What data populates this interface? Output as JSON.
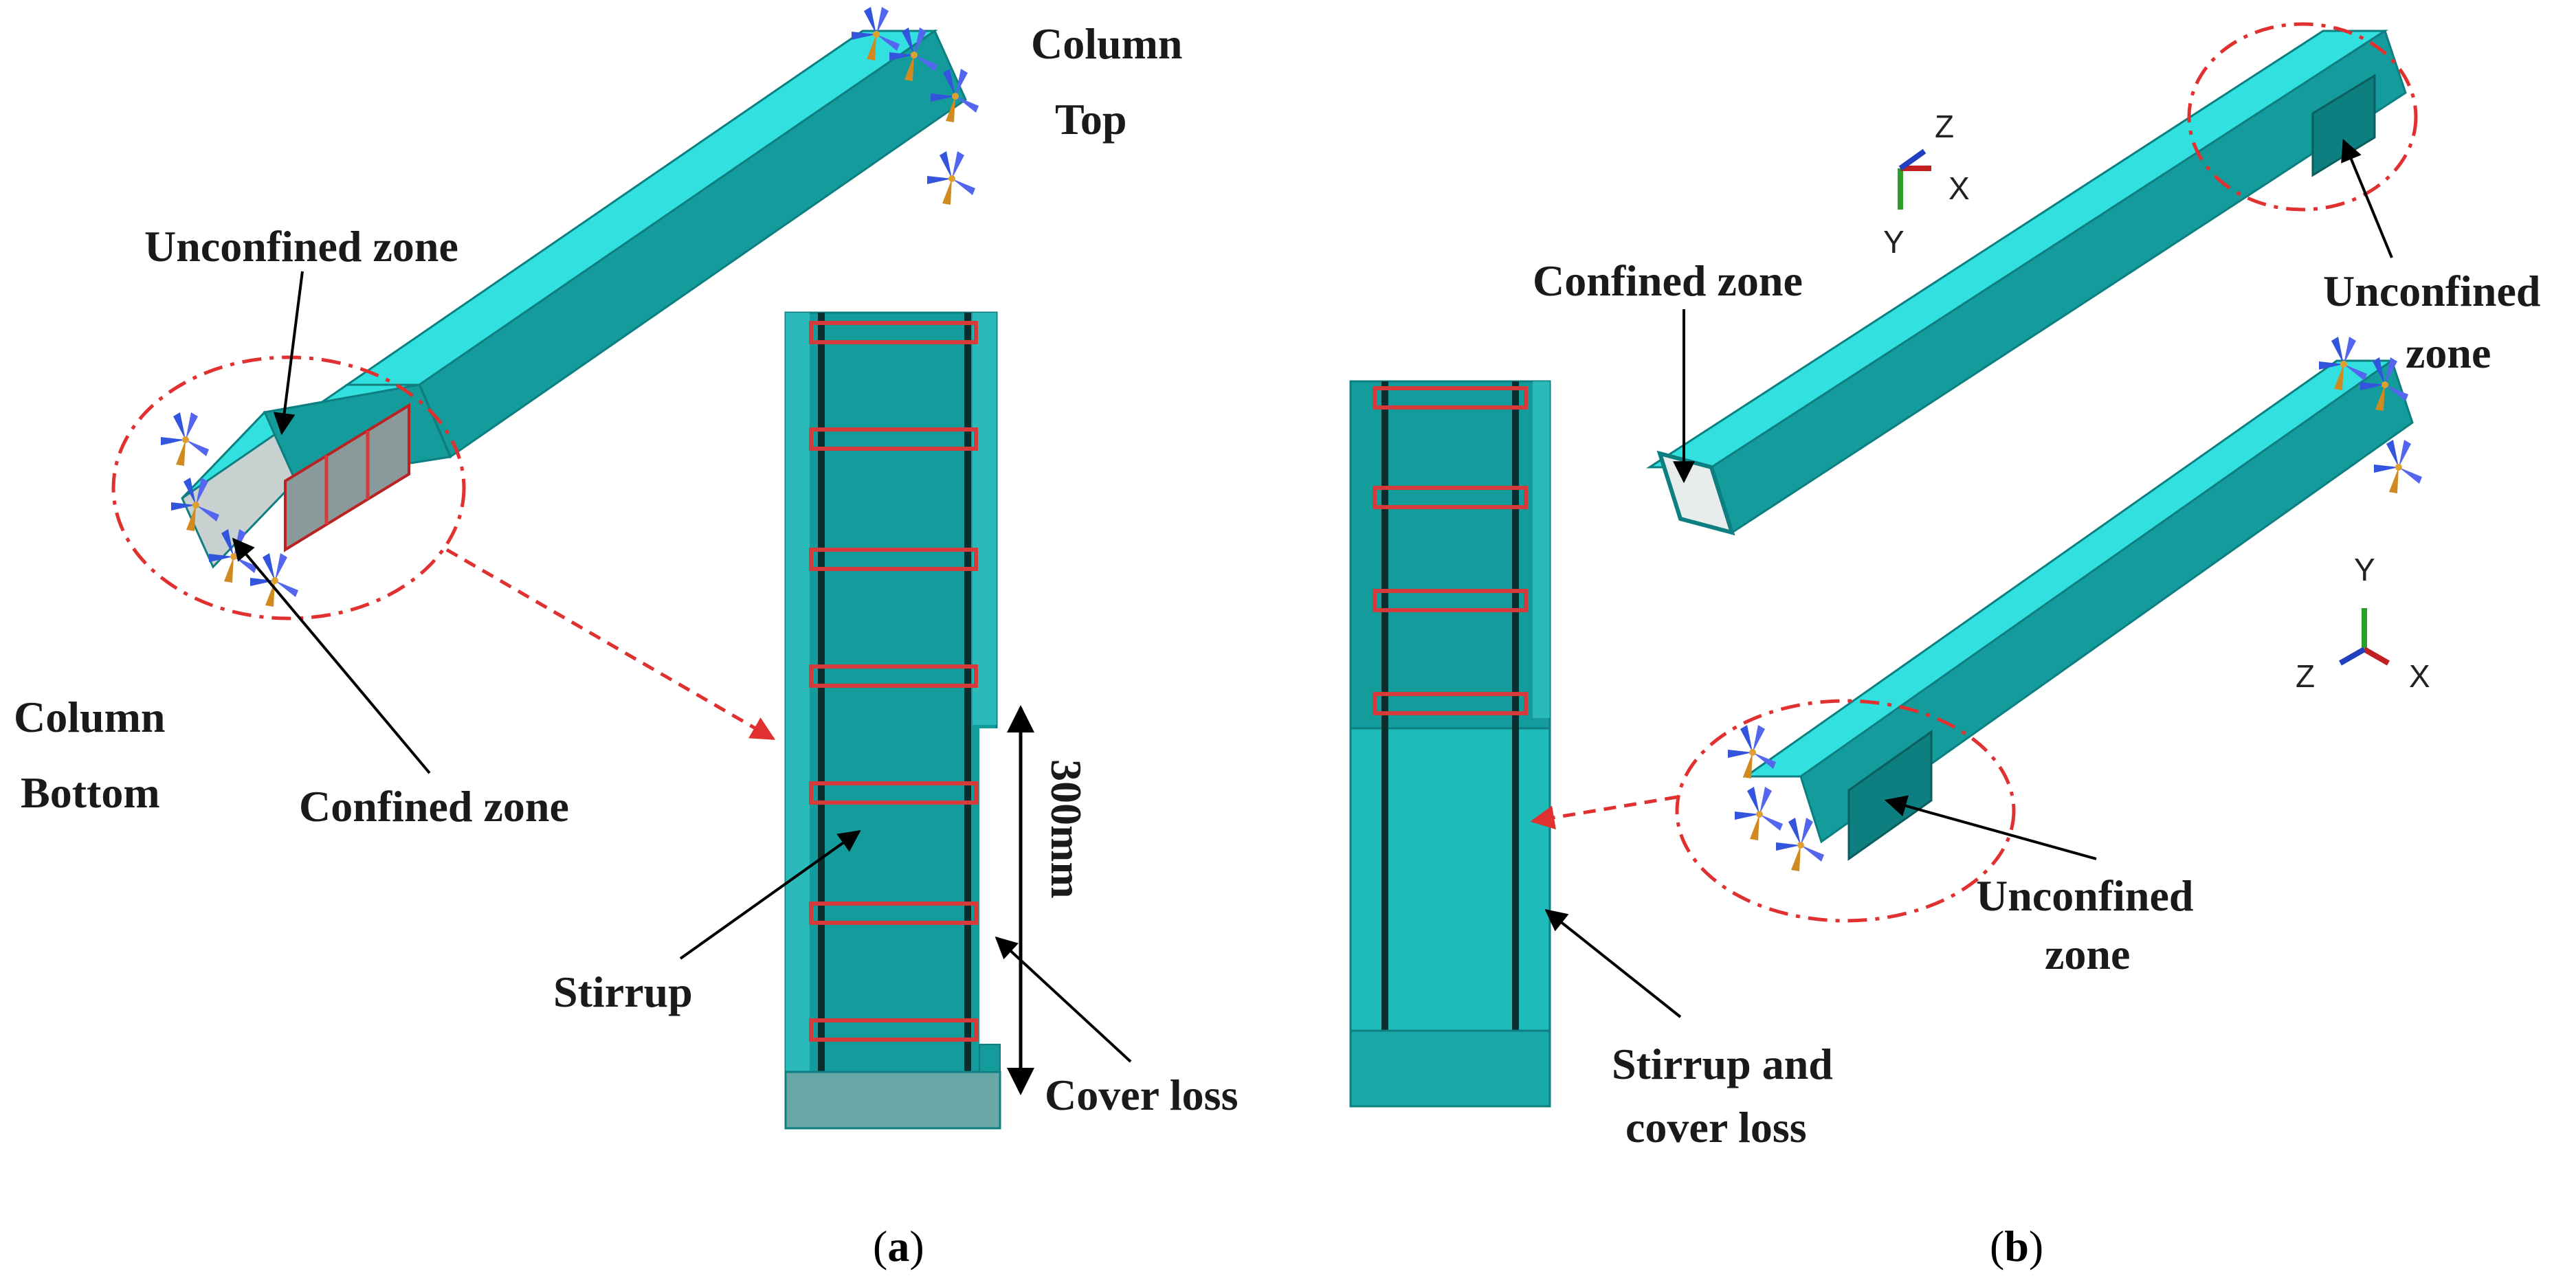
{
  "panel_a": {
    "column_top": [
      "Column",
      "Top"
    ],
    "column_bottom": [
      "Column",
      "Bottom"
    ],
    "unconfined_zone": "Unconfined zone",
    "confined_zone": "Confined zone",
    "dimension": "300mm",
    "stirrup": "Stirrup",
    "cover_loss": "Cover loss",
    "caption_open": "(",
    "caption_letter": "a",
    "caption_close": ")"
  },
  "panel_b": {
    "confined_zone": "Confined zone",
    "unconfined_zone_top": [
      "Unconfined",
      "zone"
    ],
    "unconfined_zone_bottom": [
      "Unconfined",
      "zone"
    ],
    "stirrup_cover_loss": [
      "Stirrup and",
      "cover loss"
    ],
    "triad_top": {
      "z": "Z",
      "x": "X",
      "y": "Y"
    },
    "triad_bottom": {
      "y": "Y",
      "z": "Z",
      "x": "X"
    },
    "caption_open": "(",
    "caption_letter": "b",
    "caption_close": ")"
  },
  "colors": {
    "concrete_top": "#33e0e0",
    "concrete_side": "#149c9c",
    "concrete_dark": "#0e7f80",
    "stirrup_red": "#d63a3a",
    "dashed_red": "#e03030",
    "face_grey": "#c8d0d0"
  }
}
